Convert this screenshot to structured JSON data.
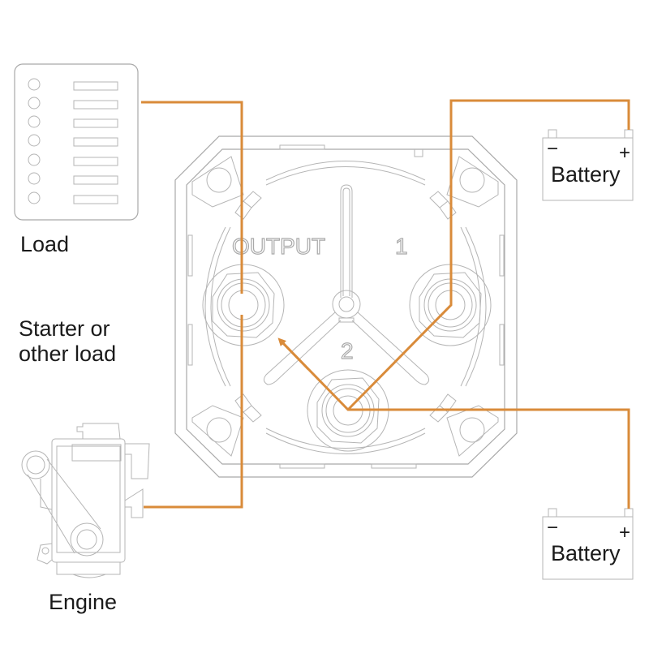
{
  "diagram": {
    "title": "Battery switch wiring diagram",
    "wire_color": "#d98b3a",
    "outline_color": "#a9a9a9"
  },
  "labels": {
    "load": "Load",
    "starter_line1": "Starter or",
    "starter_line2": "other load",
    "engine": "Engine"
  },
  "switch": {
    "output_label": "OUTPUT",
    "terminal1_label": "1",
    "terminal2_label": "2"
  },
  "batteries": [
    {
      "label": "Battery",
      "minus": "−",
      "plus": "+"
    },
    {
      "label": "Battery",
      "minus": "−",
      "plus": "+"
    }
  ]
}
